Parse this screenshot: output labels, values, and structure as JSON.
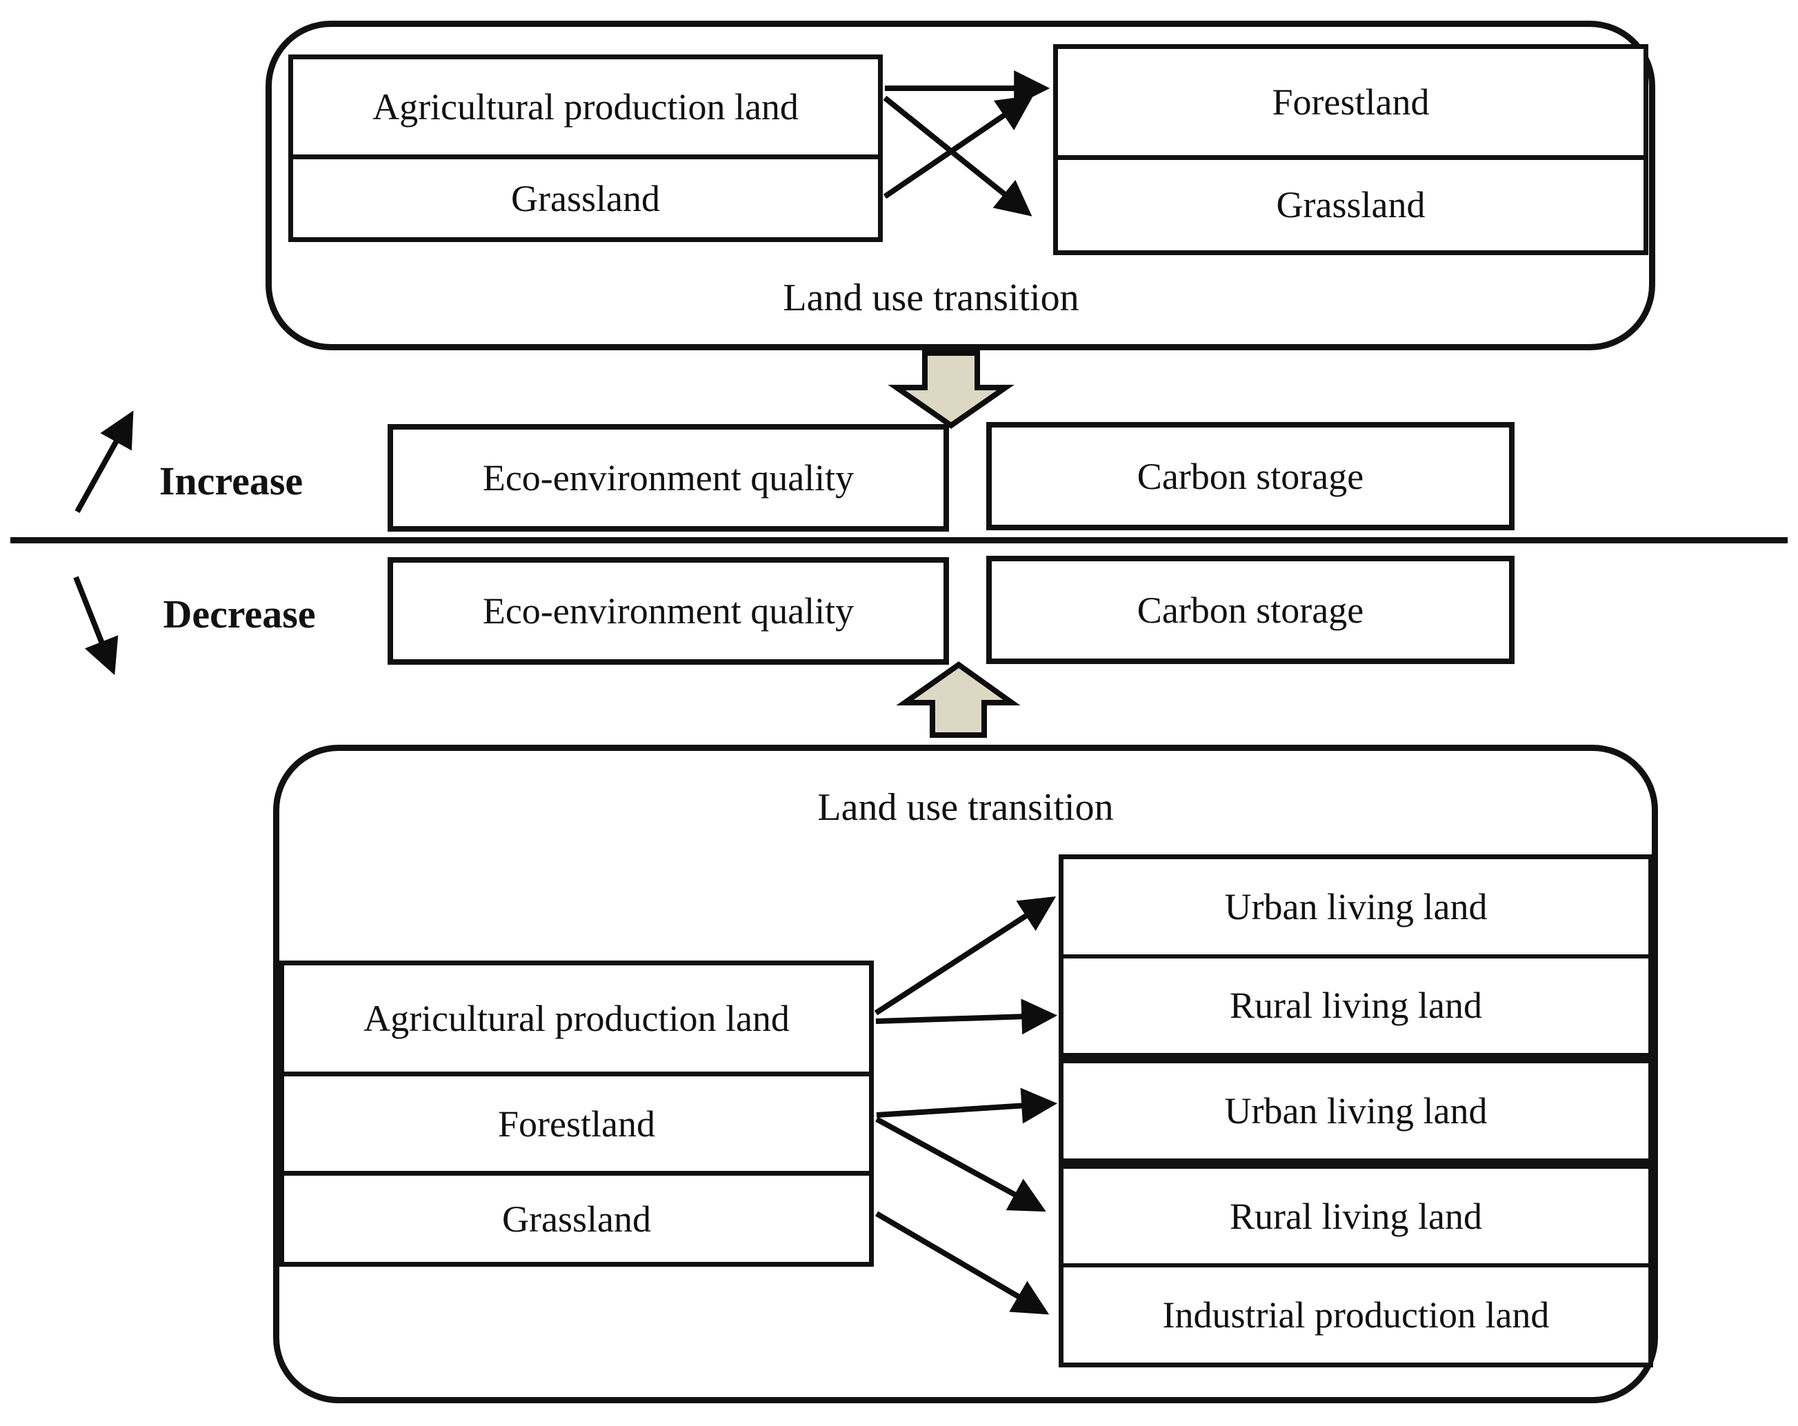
{
  "colors": {
    "background": "#ffffff",
    "line": "#0d0d0d",
    "block_arrow_fill": "#ddd8c3"
  },
  "top_panel": {
    "title": "Land use transition",
    "source_rows": [
      "Agricultural production land",
      "Grassland"
    ],
    "target_rows": [
      "Forestland",
      "Grassland"
    ],
    "transitions": [
      {
        "from": "Agricultural production land",
        "to": "Forestland"
      },
      {
        "from": "Agricultural production land",
        "to": "Grassland"
      },
      {
        "from": "Grassland",
        "to": "Forestland"
      }
    ]
  },
  "middle_panel": {
    "rows": [
      {
        "trend": "Increase",
        "boxes": [
          "Eco-environment quality",
          "Carbon storage"
        ]
      },
      {
        "trend": "Decrease",
        "boxes": [
          "Eco-environment quality",
          "Carbon storage"
        ]
      }
    ]
  },
  "bottom_panel": {
    "title": "Land use transition",
    "source_rows": [
      "Agricultural production land",
      "Forestland",
      "Grassland"
    ],
    "target_rows": [
      "Urban living land",
      "Rural living land",
      "Urban living land",
      "Rural living land",
      "Industrial production land"
    ],
    "transitions": [
      {
        "from": "Agricultural production land",
        "to": "Urban living land"
      },
      {
        "from": "Agricultural production land",
        "to": "Rural living land"
      },
      {
        "from": "Forestland",
        "to": "Urban living land"
      },
      {
        "from": "Forestland",
        "to": "Rural living land"
      },
      {
        "from": "Grassland",
        "to": "Industrial production land"
      }
    ]
  }
}
